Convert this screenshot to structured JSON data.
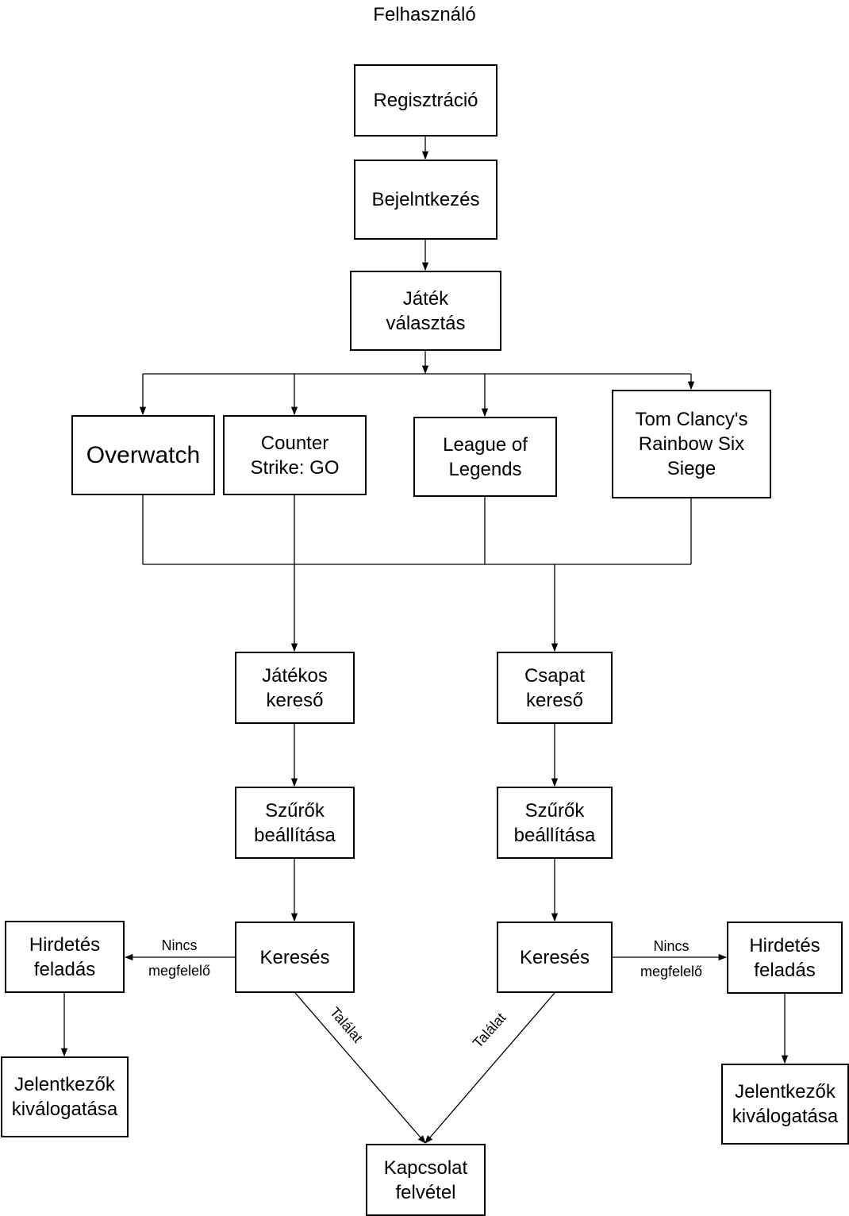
{
  "title": "Felhasználó",
  "nodes": {
    "registration": "Regisztráció",
    "login": "Bejelntkezés",
    "game_select": "Játék\nválasztás",
    "overwatch": "Overwatch",
    "csgo": "Counter\nStrike: GO",
    "lol": "League of\nLegends",
    "r6": "Tom Clancy's\nRainbow Six\nSiege",
    "player_search": "Játékos\nkereső",
    "team_search": "Csapat\nkereső",
    "filters_left": "Szűrők\nbeállítása",
    "filters_right": "Szűrők\nbeállítása",
    "search_left": "Keresés",
    "search_right": "Keresés",
    "ad_left": "Hirdetés\nfeladás",
    "ad_right": "Hirdetés\nfeladás",
    "applicants_left": "Jelentkezők\nkiválogatása",
    "applicants_right": "Jelentkezők\nkiválogatása",
    "contact": "Kapcsolat\nfelvétel"
  },
  "edge_labels": {
    "no_match_left_1": "Nincs",
    "no_match_left_2": "megfelelő",
    "no_match_right_1": "Nincs",
    "no_match_right_2": "megfelelő",
    "match_left": "Találat",
    "match_right": "Találat"
  }
}
